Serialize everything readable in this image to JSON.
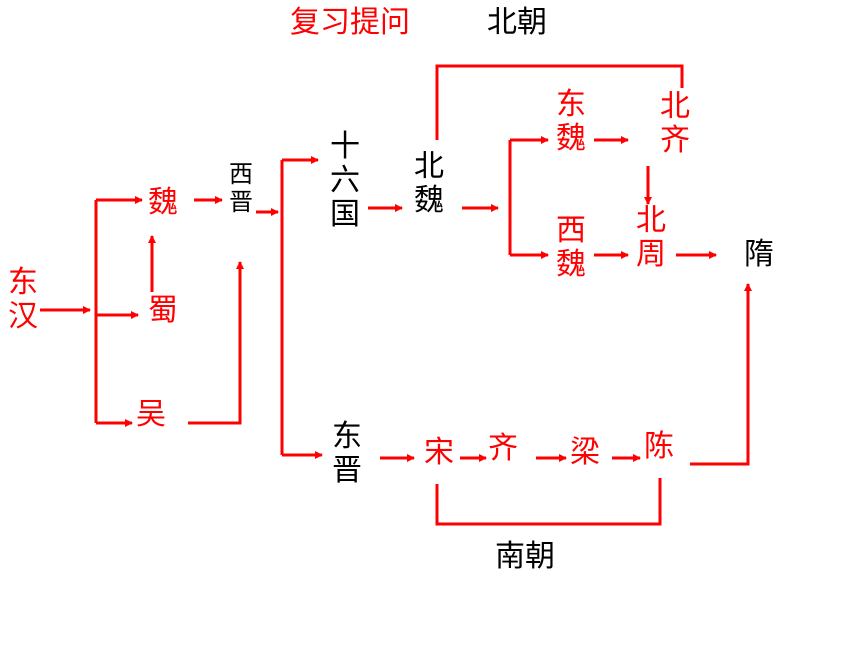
{
  "title": "复习提问",
  "labels": {
    "north": "北朝",
    "south": "南朝"
  },
  "nodes": {
    "dong_han": "东汉",
    "wei": "魏",
    "shu": "蜀",
    "wu": "吴",
    "xi_jin": "西晋",
    "shiliu_guo": "十六国",
    "dong_jin": "东晋",
    "bei_wei": "北魏",
    "dong_wei": "东魏",
    "xi_wei": "西魏",
    "bei_qi": "北齐",
    "bei_zhou": "北周",
    "sui": "隋",
    "song": "宋",
    "qi": "齐",
    "liang": "梁",
    "chen": "陈"
  },
  "colors": {
    "accent": "#ff0000",
    "text": "#000000",
    "background": "#ffffff"
  }
}
